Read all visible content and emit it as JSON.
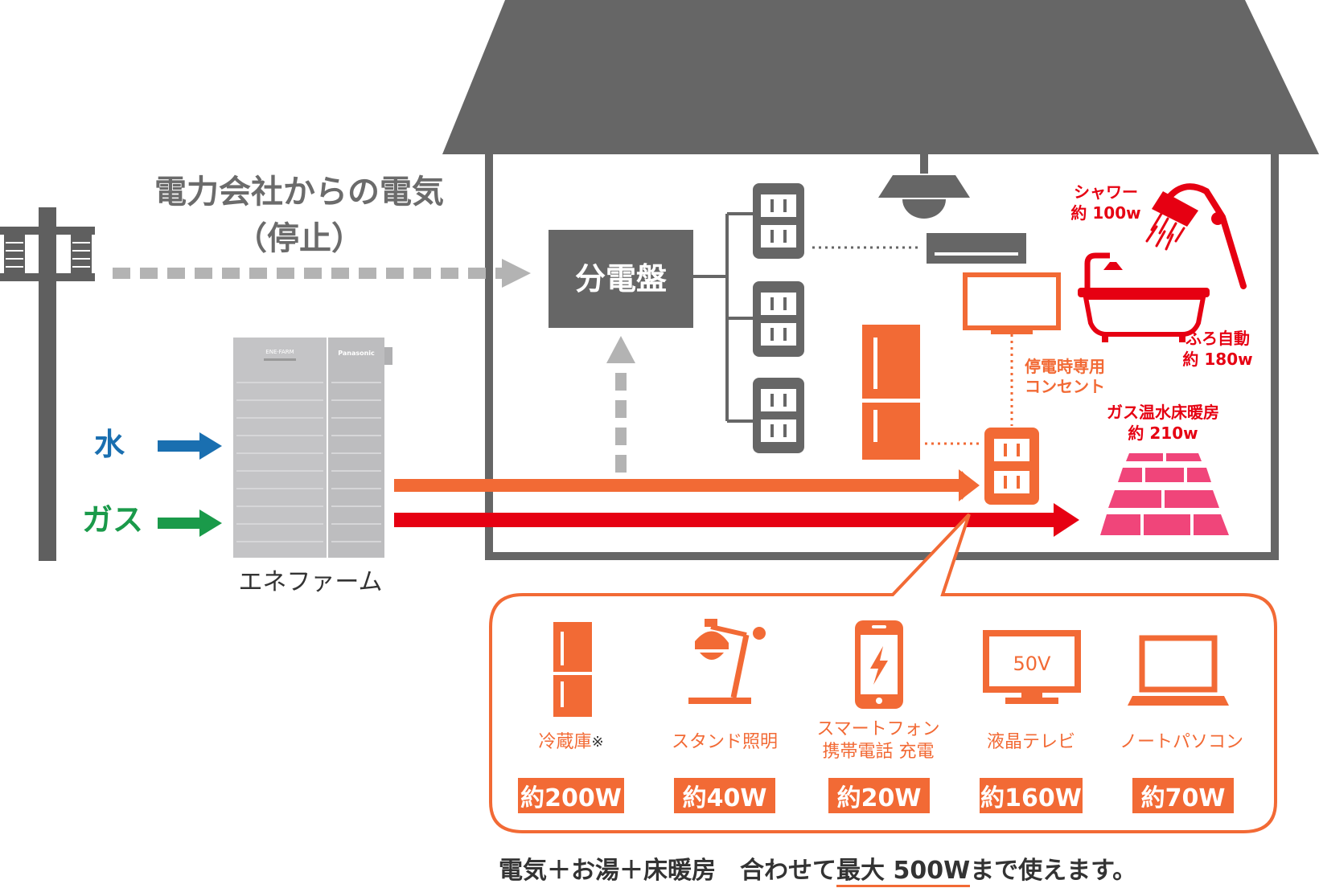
{
  "grid_label": {
    "line1": "電力会社からの電気",
    "line2": "（停止）"
  },
  "panel_label": "分電盤",
  "inputs": {
    "water": "水",
    "gas": "ガス"
  },
  "unit": {
    "name": "エネファーム",
    "brand_left": "ENE·FARM",
    "brand_right": "Panasonic"
  },
  "outlet_label": {
    "line1": "停電時専用",
    "line2": "コンセント"
  },
  "heat_uses": {
    "shower": {
      "name": "シャワー",
      "watt": "約 100w"
    },
    "bath": {
      "name": "ふろ自動",
      "watt": "約 180w"
    },
    "floor": {
      "name": "ガス温水床暖房",
      "watt": "約 210w"
    }
  },
  "devices": [
    {
      "name": "冷蔵庫",
      "note": "※",
      "watt": "約200W",
      "icon": "fridge-icon"
    },
    {
      "name": "スタンド照明",
      "watt": "約40W",
      "icon": "desk-lamp-icon"
    },
    {
      "name": "スマートフォン",
      "name2": "携帯電話 充電",
      "watt": "約20W",
      "icon": "smartphone-icon"
    },
    {
      "name": "液晶テレビ",
      "watt": "約160W",
      "icon": "tv-icon",
      "screen_text": "50V"
    },
    {
      "name": "ノートパソコン",
      "watt": "約70W",
      "icon": "laptop-icon"
    }
  ],
  "footer": {
    "part1": "電気＋お湯＋床暖房　合わせて",
    "highlight": "最大 500W",
    "part2": "まで使えます。"
  },
  "colors": {
    "gray": "#6b6b6b",
    "orange": "#f26a35",
    "red": "#e60012",
    "pink": "#f0457a",
    "blue": "#1a6fb0",
    "green": "#1a9a4a"
  }
}
